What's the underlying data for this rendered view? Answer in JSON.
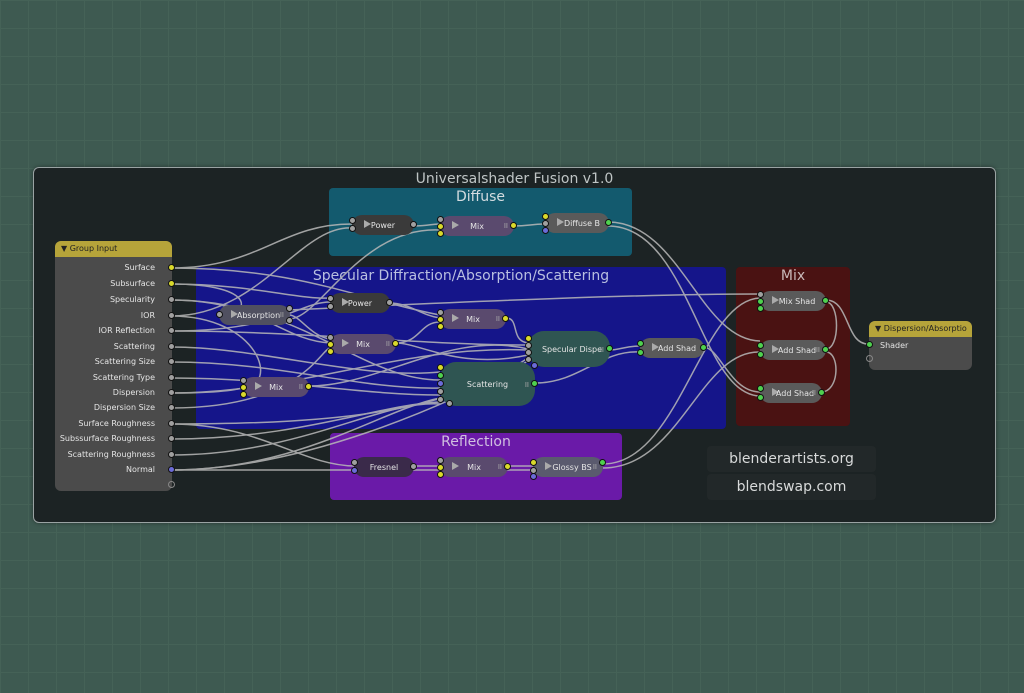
{
  "group": {
    "title": "Universalshader Fusion v1.0"
  },
  "frames": {
    "diffuse": "Diffuse",
    "specular": "Specular Diffraction/Absorption/Scattering",
    "mix": "Mix",
    "reflection": "Reflection"
  },
  "group_input": {
    "header": "Group Input",
    "sockets": [
      "Surface",
      "Subsurface",
      "Specularity",
      "IOR",
      "IOR Reflection",
      "Scattering",
      "Scattering Size",
      "Scattering Type",
      "Dispersion",
      "Dispersion Size",
      "Surface Roughness",
      "Subssurface Roughness",
      "Scattering Roughness",
      "Normal"
    ]
  },
  "group_output": {
    "header": "Dispersion/Absorptio",
    "socket": "Shader"
  },
  "nodes": {
    "power1": "Power",
    "mix1": "Mix",
    "diffuse_b": "Diffuse B",
    "absorption": "Absorption",
    "power2": "Power",
    "mix2": "Mix",
    "mix3": "Mix",
    "specular_disp": "Specular Dispe",
    "add_shad1": "Add Shad",
    "mix4": "Mix",
    "scattering": "Scattering",
    "mix_shad": "Mix Shad",
    "add_shad2": "Add Shad",
    "add_shad3": "Add Shad",
    "fresnel": "Fresnel",
    "mix5": "Mix",
    "glossy_bs": "Glossy BS"
  },
  "badges": {
    "site1": "blenderartists.org",
    "site2": "blendswap.com"
  },
  "colors": {
    "background": "#3e5a51",
    "diffuse_frame": "#135a6e",
    "specular_frame": "#15158a",
    "mix_frame": "#4a1212",
    "reflection_frame": "#6a1aa8",
    "group_header": "#b6a43a"
  }
}
